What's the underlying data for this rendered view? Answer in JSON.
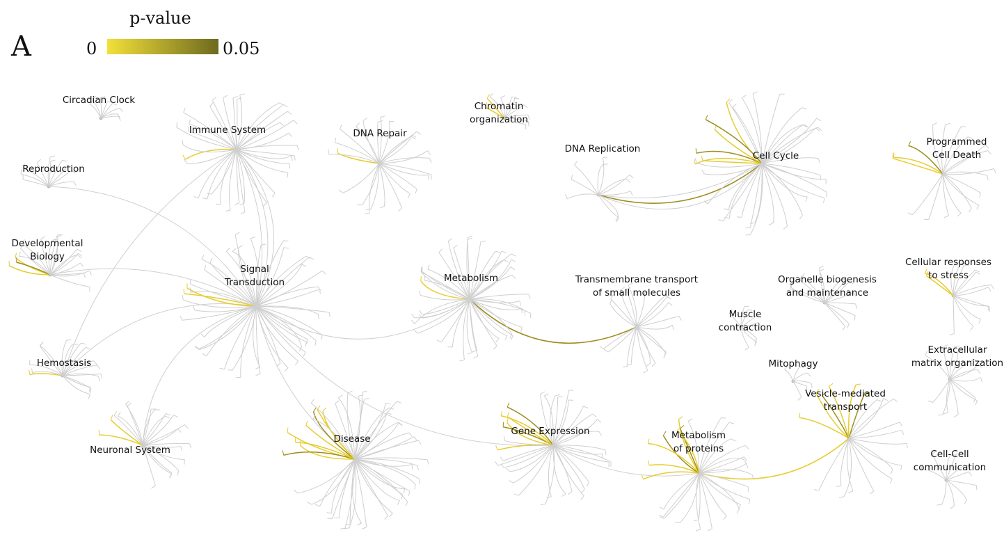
{
  "figure": {
    "panel_letter": "A",
    "legend": {
      "title": "p-value",
      "min_label": "0",
      "max_label": "0.05",
      "color_low": "#f2e03a",
      "color_high": "#6e6a1e"
    }
  },
  "colors": {
    "edge_default": "#cfcfcf",
    "edge_significant": "#e6cc2e",
    "edge_significant_dark": "#9c8e1e"
  },
  "nodes": [
    {
      "id": "circadian",
      "lines": [
        "Circadian Clock"
      ]
    },
    {
      "id": "reproduction",
      "lines": [
        "Reproduction"
      ]
    },
    {
      "id": "developmental",
      "lines": [
        "Developmental",
        "Biology"
      ]
    },
    {
      "id": "hemostasis",
      "lines": [
        "Hemostasis"
      ]
    },
    {
      "id": "neuronal",
      "lines": [
        "Neuronal System"
      ]
    },
    {
      "id": "immune",
      "lines": [
        "Immune System"
      ]
    },
    {
      "id": "signal",
      "lines": [
        "Signal",
        "Transduction"
      ]
    },
    {
      "id": "dnarepair",
      "lines": [
        "DNA Repair"
      ]
    },
    {
      "id": "chromatin",
      "lines": [
        "Chromatin",
        "organization"
      ]
    },
    {
      "id": "dnareplication",
      "lines": [
        "DNA Replication"
      ]
    },
    {
      "id": "cellcycle",
      "lines": [
        "Cell Cycle"
      ]
    },
    {
      "id": "programmed",
      "lines": [
        "Programmed",
        "Cell Death"
      ]
    },
    {
      "id": "metabolism",
      "lines": [
        "Metabolism"
      ]
    },
    {
      "id": "transmembrane",
      "lines": [
        "Transmembrane transport",
        "of small molecules"
      ]
    },
    {
      "id": "organelle",
      "lines": [
        "Organelle biogenesis",
        "and maintenance"
      ]
    },
    {
      "id": "cellular",
      "lines": [
        "Cellular responses",
        "to stress"
      ]
    },
    {
      "id": "muscle",
      "lines": [
        "Muscle",
        "contraction"
      ]
    },
    {
      "id": "mitophagy",
      "lines": [
        "Mitophagy"
      ]
    },
    {
      "id": "extracellular",
      "lines": [
        "Extracellular",
        "matrix organization"
      ]
    },
    {
      "id": "vesicle",
      "lines": [
        "Vesicle-mediated",
        "transport"
      ]
    },
    {
      "id": "disease",
      "lines": [
        "Disease"
      ]
    },
    {
      "id": "geneexpr",
      "lines": [
        "Gene Expression"
      ]
    },
    {
      "id": "metprot",
      "lines": [
        "Metabolism",
        "of proteins"
      ]
    },
    {
      "id": "cellcell",
      "lines": [
        "Cell-Cell",
        "communication"
      ]
    }
  ]
}
